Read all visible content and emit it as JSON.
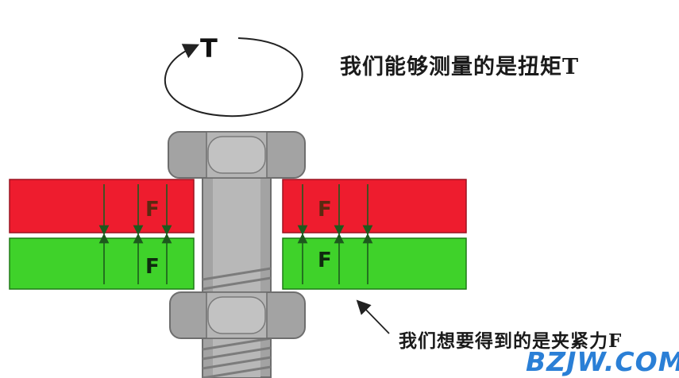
{
  "torque_label": "T",
  "caption_torque": "我们能够测量的是扭矩T",
  "caption_clamp": "我们想要得到的是夹紧力F",
  "force_label": "F",
  "watermark": "BZJW.COM",
  "colors": {
    "upper_plate": "#ee1c2e",
    "lower_plate": "#3fd22a",
    "steel": "#a3a3a3",
    "steel_dark": "#6e6e6e",
    "arrow": "#1d5a1d",
    "force_text": "#5a2a10",
    "watermark": "#2a7fd6"
  }
}
